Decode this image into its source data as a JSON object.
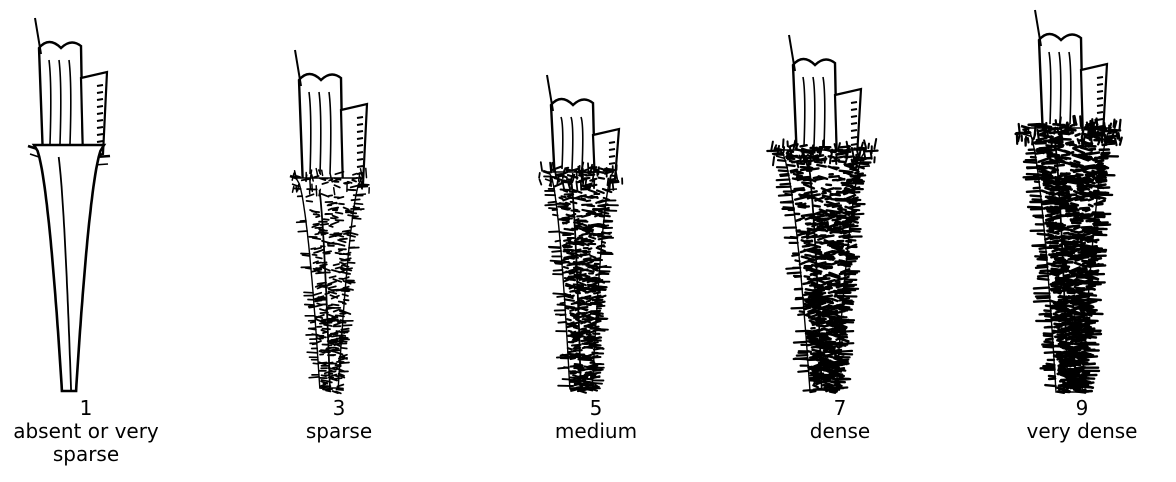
{
  "panels": [
    {
      "score": "1",
      "label": "absent or very sparse",
      "hair_density": 0
    },
    {
      "score": "3",
      "label": "sparse",
      "hair_density": 0.3
    },
    {
      "score": "5",
      "label": "medium",
      "hair_density": 0.55
    },
    {
      "score": "7",
      "label": "dense",
      "hair_density": 0.8
    },
    {
      "score": "9",
      "label": "very dense",
      "hair_density": 1
    }
  ],
  "colors": {
    "ink": "#000000",
    "paper": "#ffffff"
  }
}
